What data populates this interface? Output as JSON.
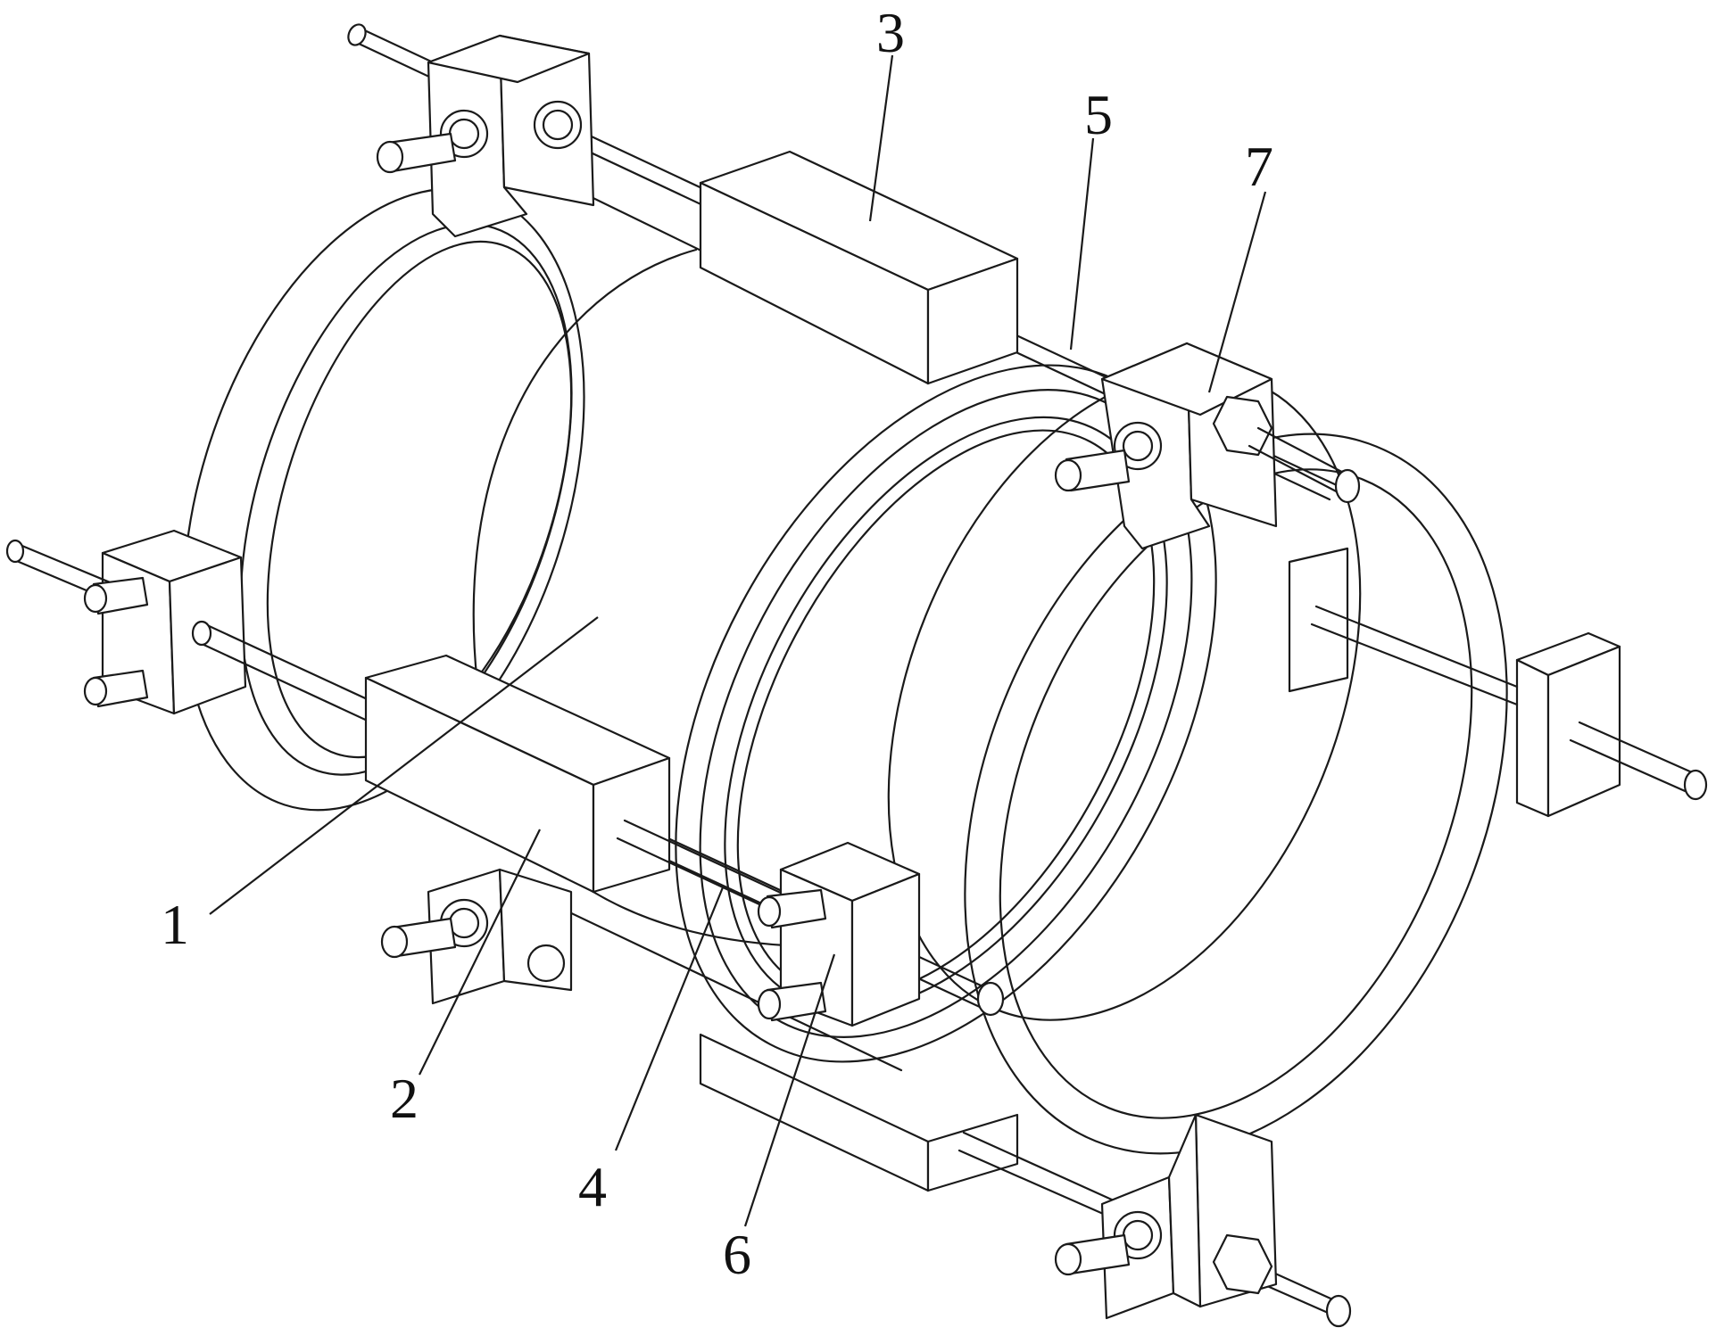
{
  "figure": {
    "callouts": [
      {
        "id": "c1",
        "text": "1"
      },
      {
        "id": "c2",
        "text": "2"
      },
      {
        "id": "c3",
        "text": "3"
      },
      {
        "id": "c4",
        "text": "4"
      },
      {
        "id": "c5",
        "text": "5"
      },
      {
        "id": "c6",
        "text": "6"
      },
      {
        "id": "c7",
        "text": "7"
      }
    ]
  },
  "colors": {
    "line": "#1a1a1a",
    "background": "#ffffff"
  }
}
